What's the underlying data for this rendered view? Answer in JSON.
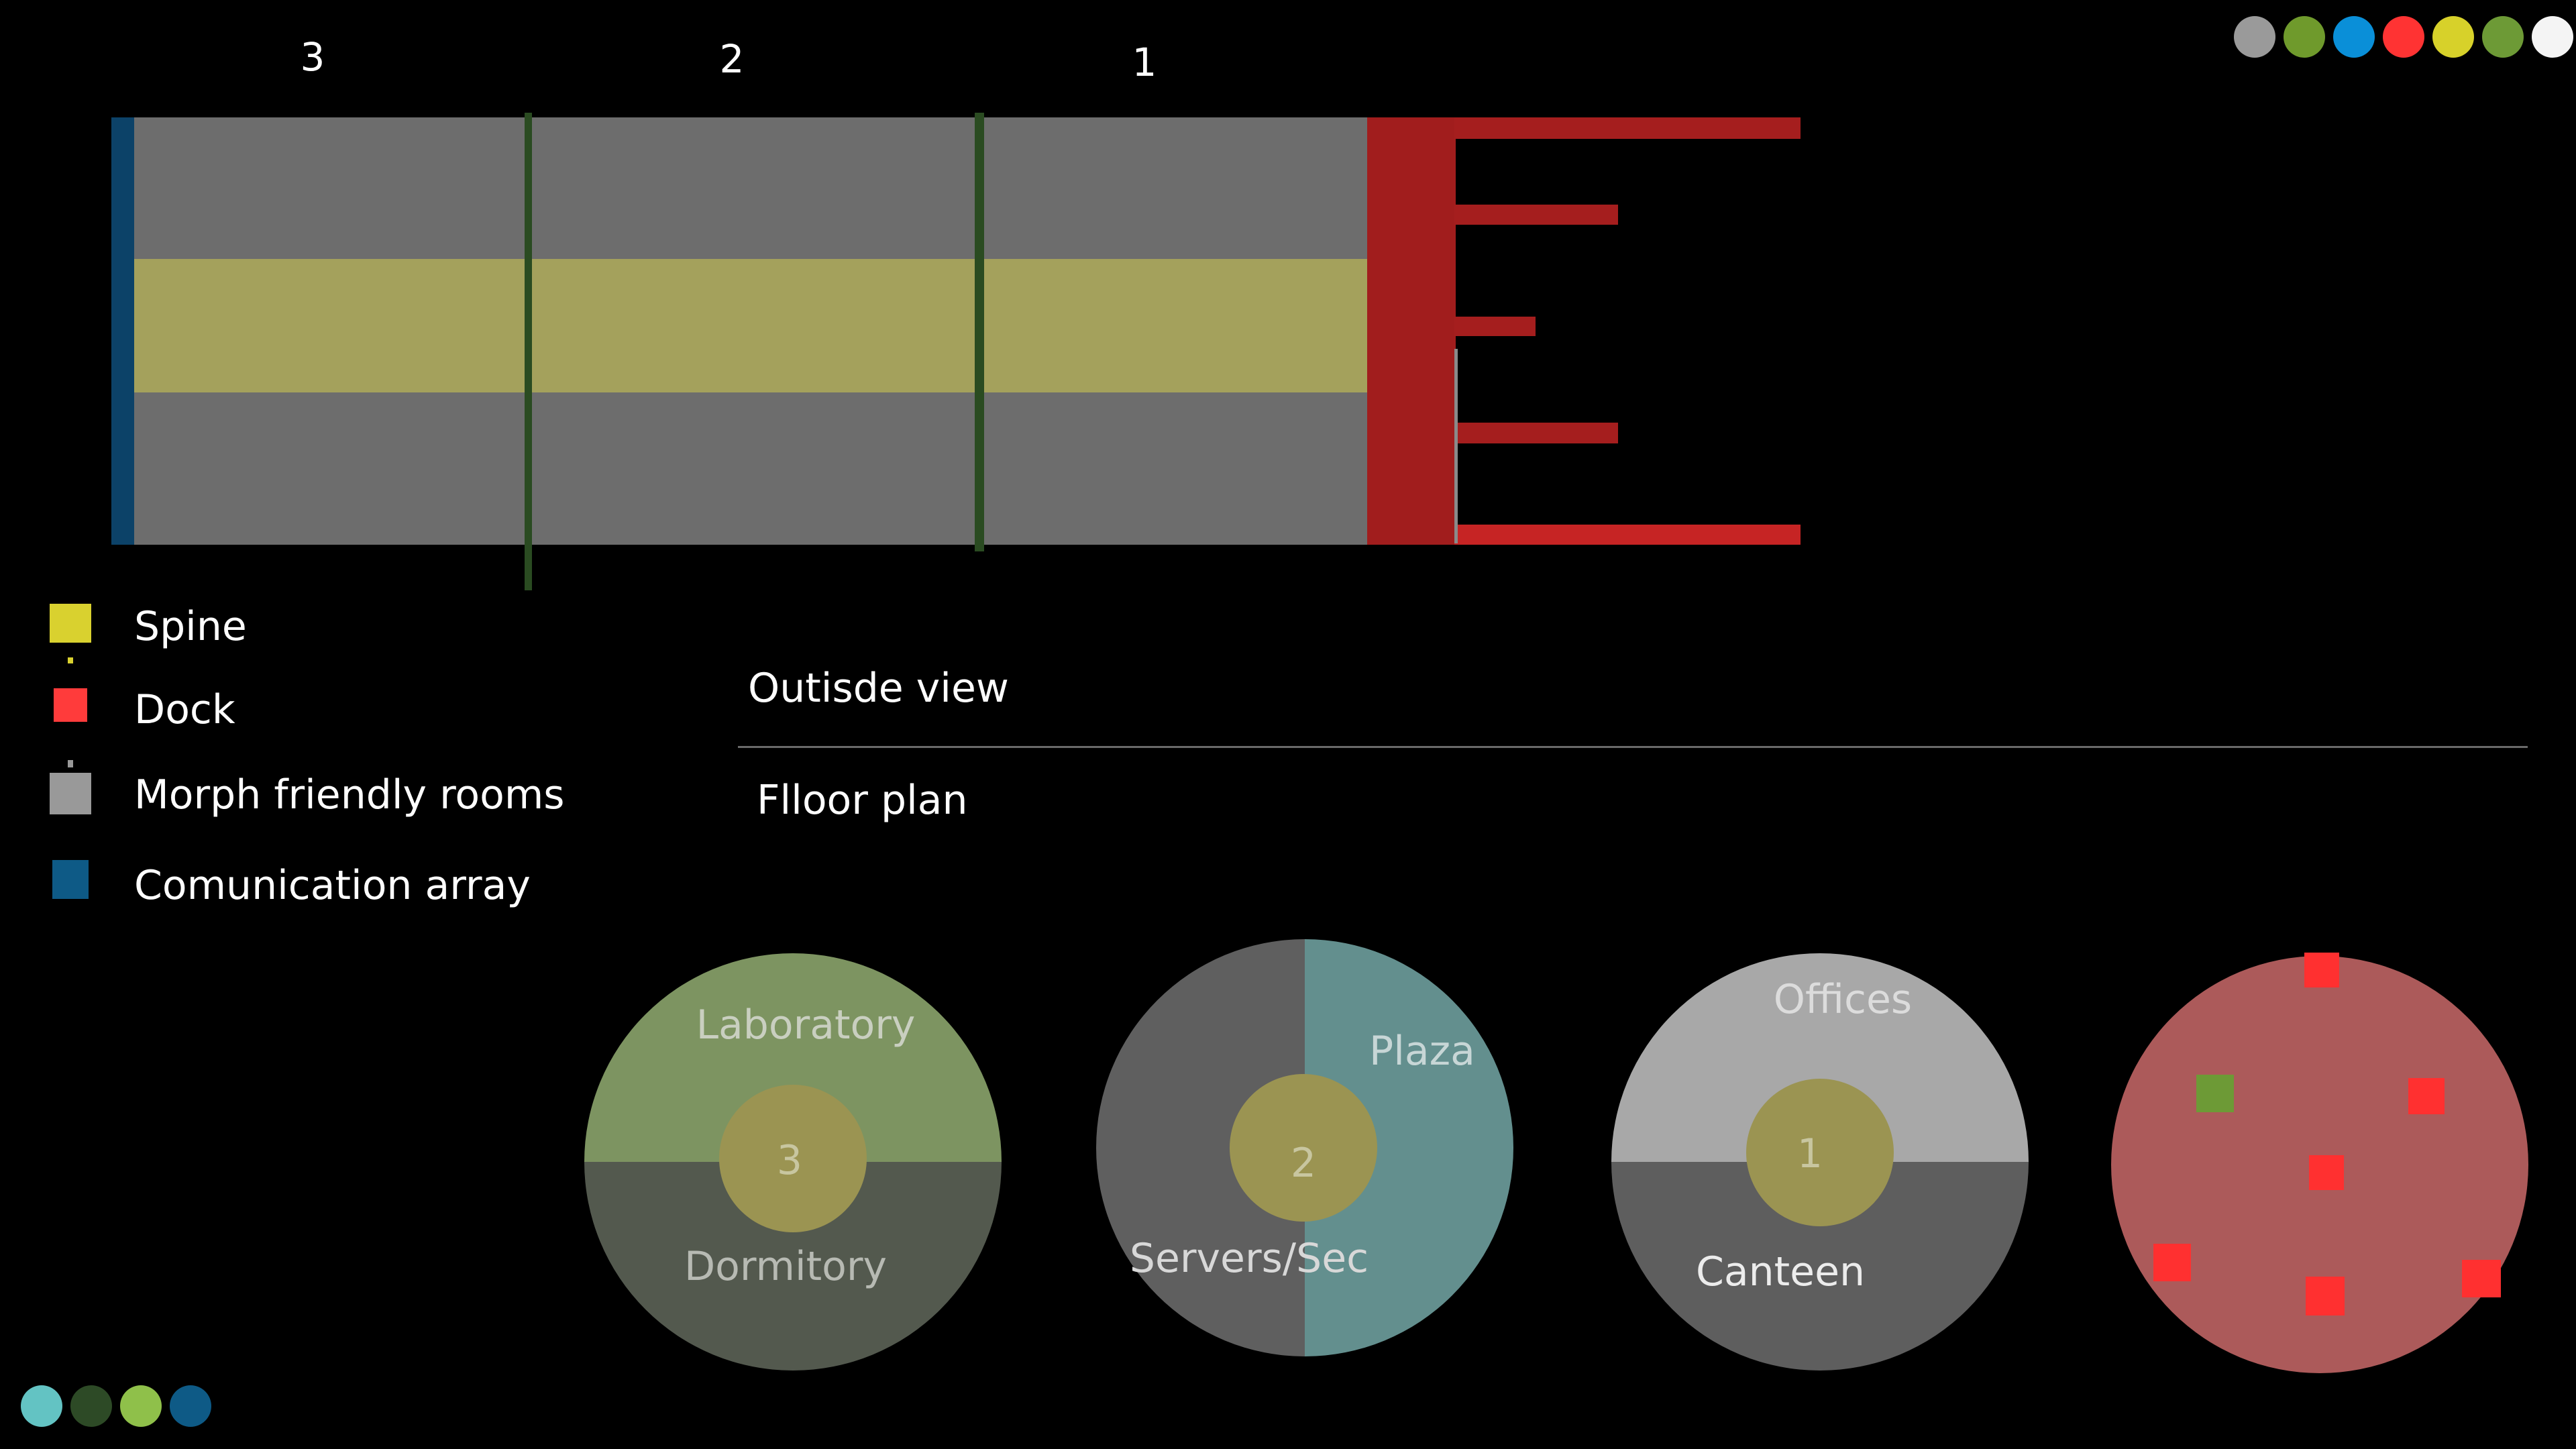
{
  "section_numbers": [
    "3",
    "2",
    "1"
  ],
  "legend": {
    "items": [
      {
        "label": "Spine",
        "color": "#d9d12f"
      },
      {
        "label": "Dock",
        "color": "#ff3b3b"
      },
      {
        "label": "Morph friendly rooms",
        "color": "#999999"
      },
      {
        "label": "Comunication array",
        "color": "#0e5a86"
      }
    ]
  },
  "views": {
    "outside": "Outisde view",
    "floor": "Flloor plan"
  },
  "floor_plans": [
    {
      "number": "3",
      "top_label": "Laboratory",
      "bottom_label": "Dormitory"
    },
    {
      "number": "2",
      "left_label": "Servers/Sec",
      "right_label": "Plaza"
    },
    {
      "number": "1",
      "top_label": "Offices",
      "bottom_label": "Canteen"
    },
    {
      "type": "dock"
    }
  ],
  "palette_top": [
    "#9a9a9a",
    "#6f9a2c",
    "#0a8fd8",
    "#ff3333",
    "#d7d12a",
    "#6d9a36",
    "#f4f4f4"
  ],
  "palette_bottom": [
    "#63c3c3",
    "#2d4a26",
    "#8fc04a",
    "#0e5a86"
  ],
  "colors": {
    "hull": "#6d6d6d",
    "spine": "#a4a15c",
    "comms": "#0c4268",
    "bulkhead": "#2a4b21",
    "dock": "#a11d1d",
    "dock_arm": "#a51e1e",
    "lab": "#7d9461",
    "dorm": "#53594e",
    "servers": "#5f5f5f",
    "plaza": "#638f8e",
    "offices": "#a8a8a8",
    "canteen": "#5e5e5e",
    "core": "#9b9452",
    "dock_plan": "#ac5a5a",
    "dock_marker": "#ff3030",
    "green_marker": "#6d9a36"
  }
}
